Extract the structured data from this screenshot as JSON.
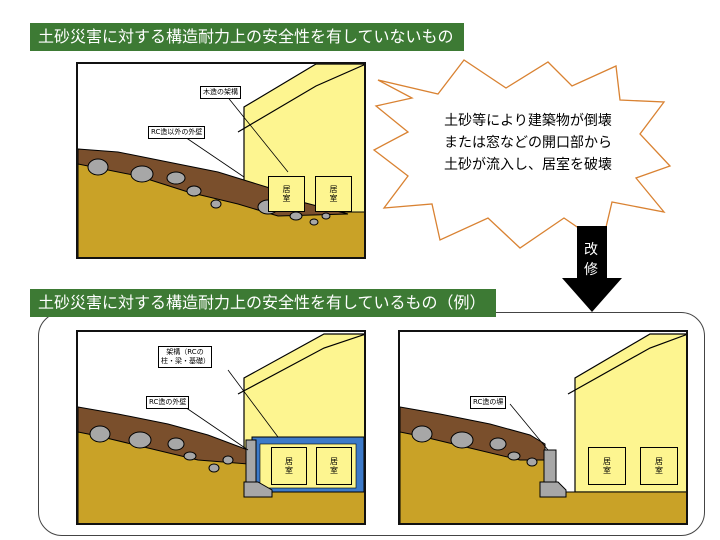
{
  "banners": {
    "top": "土砂災害に対する構造耐力上の安全性を有していないもの",
    "bottom": "土砂災害に対する構造耐力上の安全性を有しているもの（例）"
  },
  "callout": {
    "line1": "土砂等により建築物が倒壊",
    "line2": "または窓などの開口部から",
    "line3": "土砂が流入し、居室を破壊"
  },
  "arrow": {
    "char1": "改",
    "char2": "修"
  },
  "panel1": {
    "label_frame": "木造の架構",
    "label_wall": "RC造以外の外壁",
    "room1": "居室",
    "room2": "居室"
  },
  "panel2": {
    "label_frame_l1": "架構（RCの",
    "label_frame_l2": "柱・梁・基礎）",
    "label_wall": "RC造の外壁",
    "room1": "居室",
    "room2": "居室"
  },
  "panel3": {
    "label_wall": "RC造の塀",
    "room1": "居室",
    "room2": "居室"
  },
  "colors": {
    "banner": "#3d7a34",
    "house": "#fdf590",
    "ground": "#c9a227",
    "debris": "#7a4f2c",
    "rock": "#a7a7a7",
    "rc_frame": "#3d7ac9"
  }
}
